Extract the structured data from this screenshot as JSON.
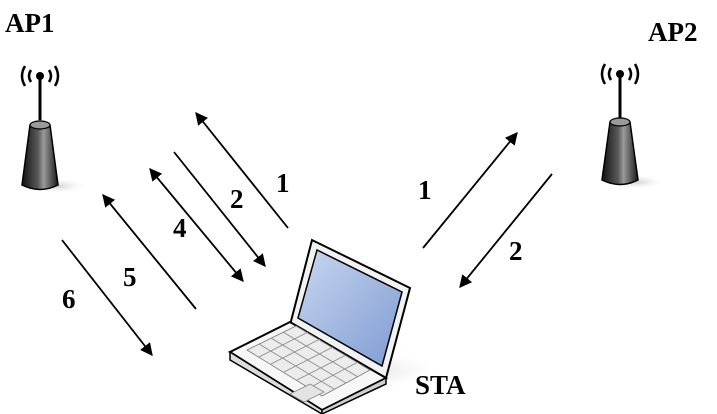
{
  "nodes": {
    "ap1": {
      "label": "AP1",
      "icon": "wireless-access-point-icon"
    },
    "ap2": {
      "label": "AP2",
      "icon": "wireless-access-point-icon"
    },
    "sta": {
      "label": "STA",
      "icon": "laptop-icon"
    }
  },
  "messages": {
    "ap1_1": "1",
    "ap1_2": "2",
    "ap1_4": "4",
    "ap1_5": "5",
    "ap1_6": "6",
    "ap2_1": "1",
    "ap2_2": "2"
  },
  "colors": {
    "stroke": "#000000",
    "tower_dark": "#1a1a1a",
    "tower_light": "#8a8a8a",
    "screen": "#9fb6e0",
    "shadow": "#d9d9d9"
  }
}
